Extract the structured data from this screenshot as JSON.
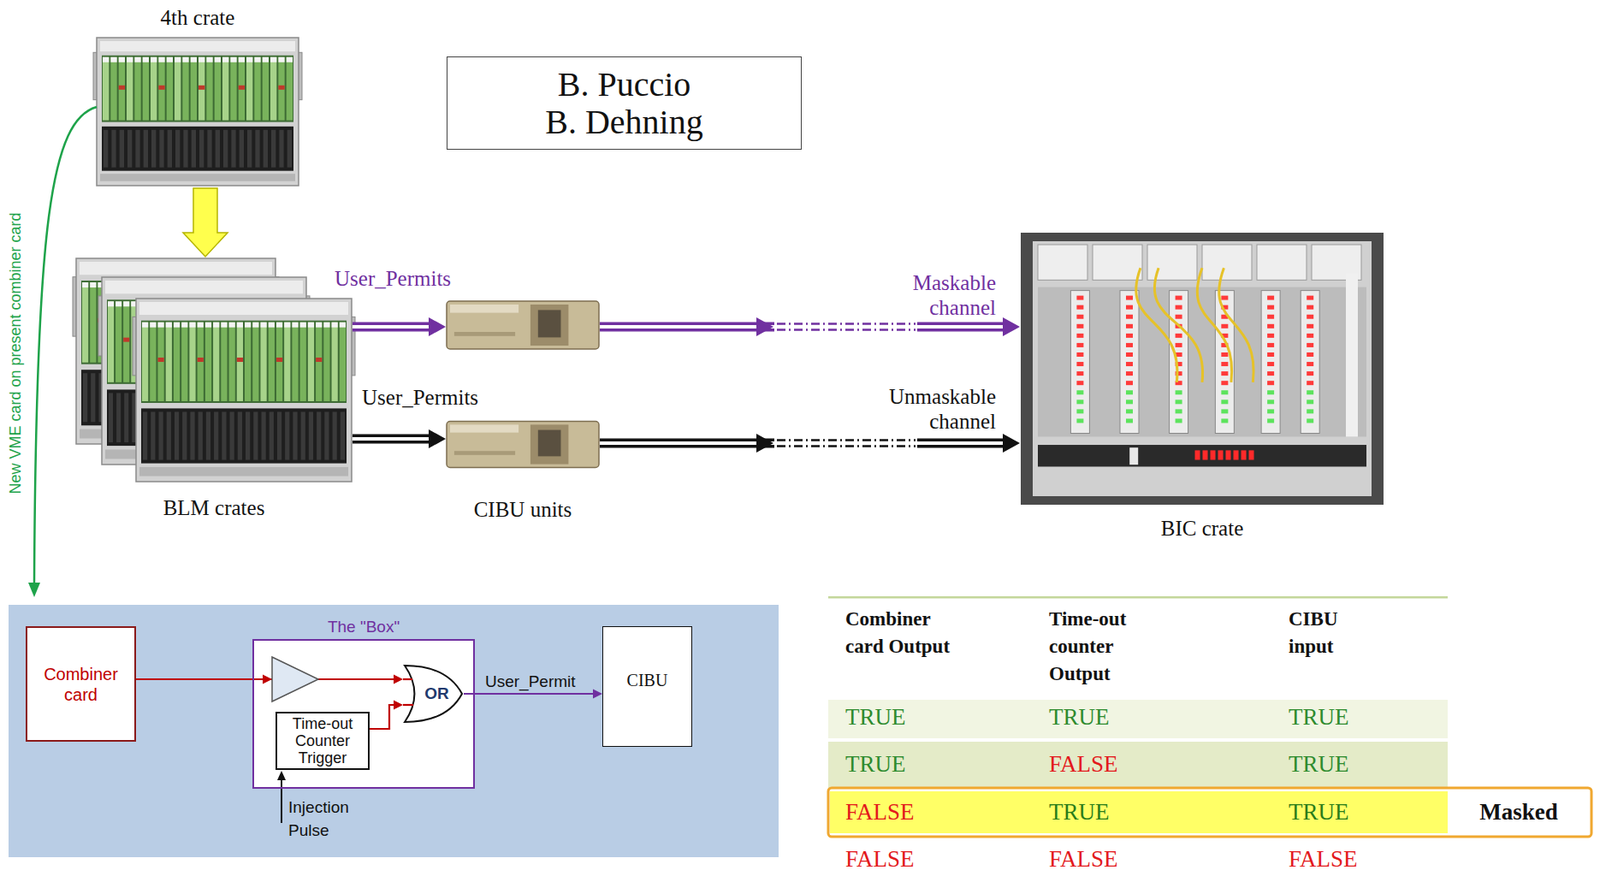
{
  "diagram": {
    "nodes": [
      {
        "text": [
          "4th crate"
        ]
      },
      {
        "text": [
          "B. Puccio",
          "B. Dehning"
        ]
      },
      {
        "text": [
          "BLM crates"
        ]
      },
      {
        "text": [
          "CIBU units"
        ]
      },
      {
        "text": [
          "BIC crate"
        ]
      },
      {
        "text": [
          "Combiner card"
        ]
      },
      {
        "text": [
          "The \"Box\""
        ]
      },
      {
        "text": [
          "Time-out Counter",
          "Trigger"
        ],
        "in": 6
      },
      {
        "text": [
          "OR"
        ],
        "in": 6
      },
      {
        "text": [
          "CIBU"
        ]
      }
    ],
    "edges": [
      {
        "from": 0,
        "to": 2,
        "arrow": "to"
      },
      {
        "from": 2,
        "to": 3,
        "label": "User_Permits",
        "arrow": "to"
      },
      {
        "from": 2,
        "to": 3,
        "label": "User_Permits",
        "arrow": "to"
      },
      {
        "from": 3,
        "to": 4,
        "label": "Maskable channel",
        "arrow": "to"
      },
      {
        "from": 3,
        "to": 4,
        "label": "Unmaskable channel",
        "arrow": "to"
      },
      {
        "from": 5,
        "to": 8,
        "arrow": "to"
      },
      {
        "from": 7,
        "to": 8,
        "arrow": "to"
      },
      {
        "from": 8,
        "to": 9,
        "label": "User_Permit",
        "arrow": "to"
      }
    ],
    "labels": [
      "New VME card on present combiner card",
      "Injection Pulse",
      "Combiner card Output",
      "Time-out counter Output",
      "CIBU input",
      "TRUE",
      "TRUE",
      "TRUE",
      "TRUE",
      "FALSE",
      "TRUE",
      "FALSE",
      "TRUE",
      "TRUE",
      "Masked",
      "FALSE",
      "FALSE",
      "FALSE"
    ]
  }
}
